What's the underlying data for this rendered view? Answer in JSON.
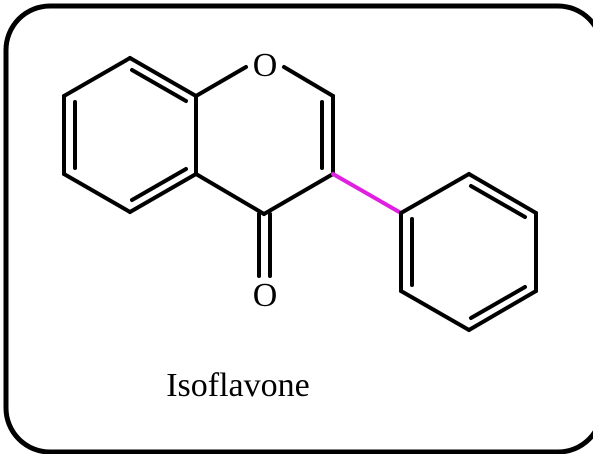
{
  "diagram": {
    "compound_name": "Isoflavone",
    "atom_labels": {
      "ring_oxygen": "O",
      "carbonyl_oxygen": "O"
    },
    "colors": {
      "frame": "#000000",
      "bonds": "#000000",
      "highlight_bond": "#e020e0"
    }
  }
}
